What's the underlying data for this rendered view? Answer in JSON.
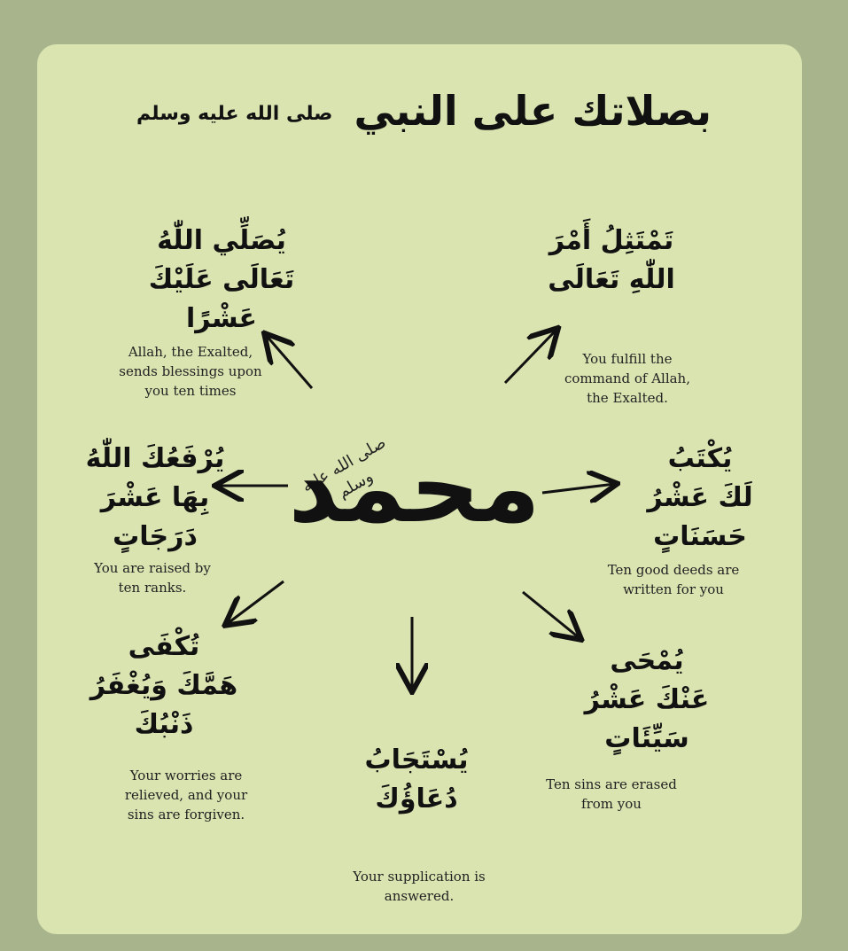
{
  "title": {
    "main": "بصلاتك على النبي",
    "honorific": "صلى الله عليه وسلم"
  },
  "center": {
    "name": "محمد",
    "honorific": "صلى الله عليه وسلم"
  },
  "benefits": [
    {
      "arabic": "يُصَلِّي اللّٰهُ\nتَعَالَى عَلَيْكَ\nعَشْرًا",
      "english": "Allah, the Exalted,\nsends blessings upon\nyou ten times"
    },
    {
      "arabic": "تَمْتَثِلُ أَمْرَ\nاللّٰهِ تَعَالَى",
      "english": "You fulfill the\ncommand of Allah,\nthe Exalted."
    },
    {
      "arabic": "يُرْفَعُكَ اللّٰهُ\nبِهَا عَشْرَ\nدَرَجَاتٍ",
      "english": "You are raised by\nten ranks."
    },
    {
      "arabic": "يُكْتَبُ\nلَكَ عَشْرُ\nحَسَنَاتٍ",
      "english": "Ten good deeds are\nwritten for you"
    },
    {
      "arabic": "تُكْفَى\nهَمَّكَ وَيُغْفَرُ\nذَنْبُكَ",
      "english": "Your worries are\nrelieved, and your\nsins are forgiven."
    },
    {
      "arabic": "يُسْتَجَابُ\nدُعَاؤُكَ",
      "english": "Your supplication is\nanswered."
    },
    {
      "arabic": "يُمْحَى\nعَنْكَ عَشْرُ\nسَيِّئَاتٍ",
      "english": "Ten sins are erased\nfrom you"
    }
  ]
}
